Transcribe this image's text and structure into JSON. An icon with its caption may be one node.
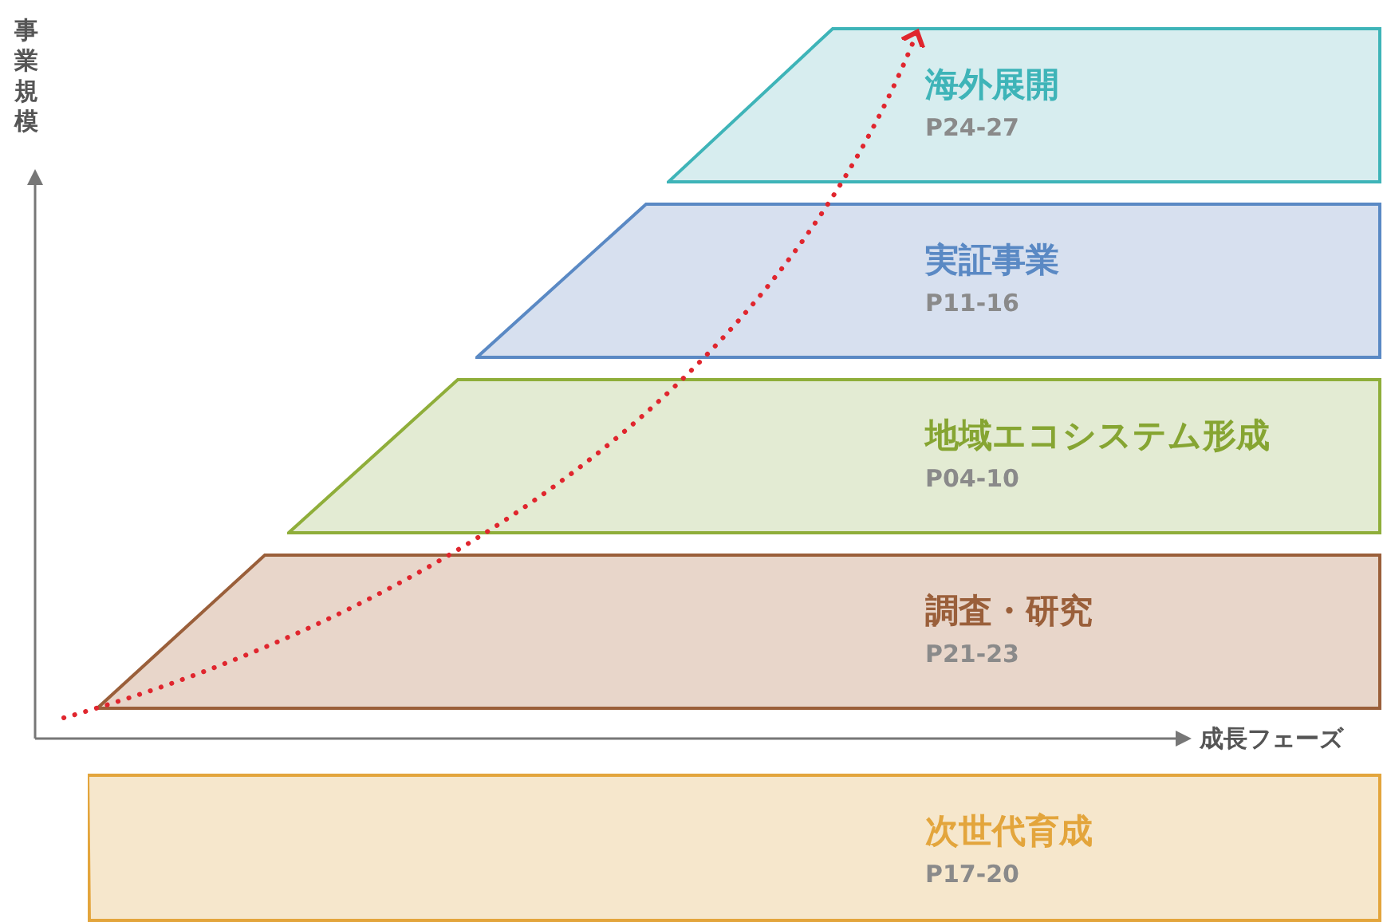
{
  "diagram": {
    "nodes": [
      {
        "text": [
          "海外展開",
          "P24-27"
        ]
      },
      {
        "text": [
          "実証事業",
          "P11-16"
        ]
      },
      {
        "text": [
          "地域エコシステム形成",
          "P04-10"
        ]
      },
      {
        "text": [
          "調査・研究",
          "P21-23"
        ]
      },
      {
        "text": [
          "次世代育成",
          "P17-20"
        ]
      }
    ],
    "labels": [
      "事業規模",
      "成長フェーズ"
    ]
  }
}
